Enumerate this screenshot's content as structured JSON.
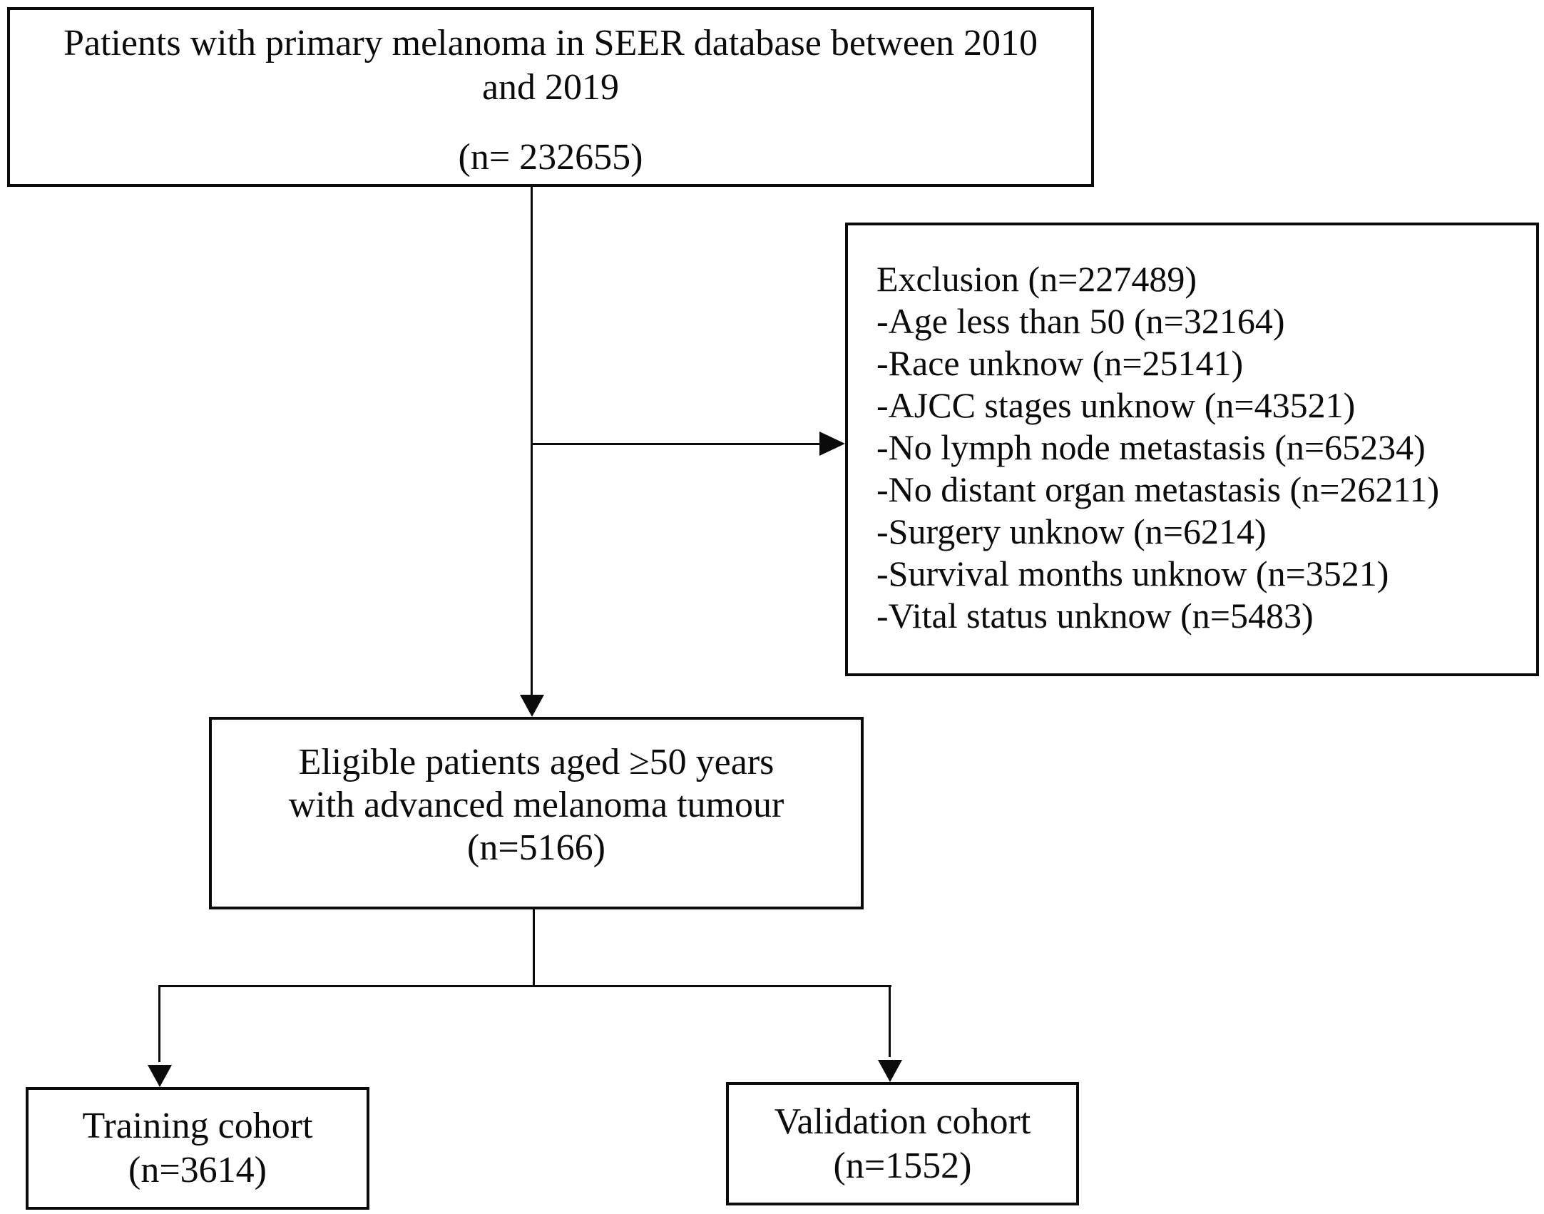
{
  "flowchart": {
    "top_box": {
      "line1": "Patients with primary melanoma in SEER database between 2010",
      "line2": "and 2019",
      "n_label": "(n= 232655)"
    },
    "exclusion_box": {
      "title": "Exclusion (n=227489)",
      "items": [
        "-Age less than 50 (n=32164)",
        "-Race unknow (n=25141)",
        "-AJCC stages unknow (n=43521)",
        "-No lymph node metastasis (n=65234)",
        "-No distant organ metastasis (n=26211)",
        "-Surgery unknow (n=6214)",
        "-Survival months unknow (n=3521)",
        "-Vital status unknow (n=5483)"
      ]
    },
    "eligible_box": {
      "line1": "Eligible patients aged ≥50 years",
      "line2": "with advanced melanoma tumour",
      "n_label": "(n=5166)"
    },
    "training_box": {
      "label": "Training cohort",
      "n_label": "(n=3614)"
    },
    "validation_box": {
      "label": "Validation cohort",
      "n_label": "(n=1552)"
    },
    "colors": {
      "line": "#0b0b0b",
      "border": "#0b0b0b",
      "text": "#0b0b0b",
      "background": "#ffffff"
    }
  }
}
